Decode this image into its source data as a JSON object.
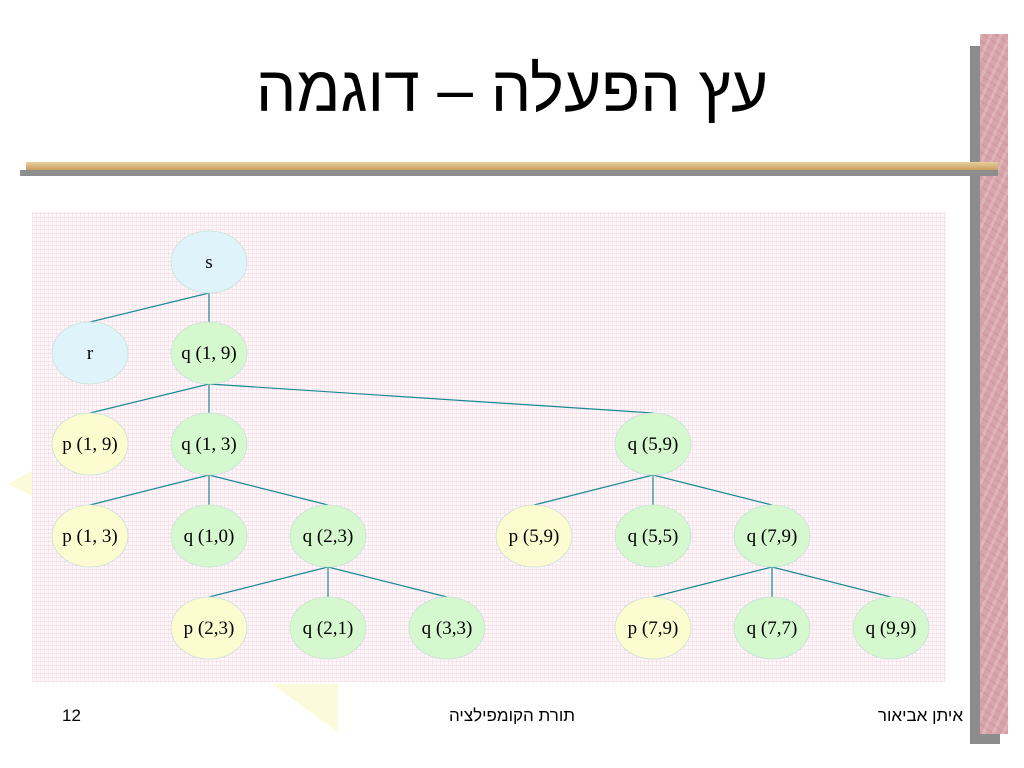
{
  "slide": {
    "title": "עץ הפעלה – דוגמה",
    "page_number": "12",
    "course": "תורת הקומפילציה",
    "author": "איתן אביאור"
  },
  "colors": {
    "node_blue": "#dff4fa",
    "node_green": "#d6f8cf",
    "node_yellow": "#fdfcd0",
    "edge": "#1a8a94"
  },
  "tree": {
    "nodes": [
      {
        "id": "s",
        "label": "s",
        "color": "blue"
      },
      {
        "id": "r",
        "label": "r",
        "color": "blue"
      },
      {
        "id": "q19",
        "label": "q (1, 9)",
        "color": "green"
      },
      {
        "id": "p19",
        "label": "p (1, 9)",
        "color": "yellow"
      },
      {
        "id": "q13",
        "label": "q (1, 3)",
        "color": "green"
      },
      {
        "id": "q59",
        "label": "q (5,9)",
        "color": "green"
      },
      {
        "id": "p13",
        "label": "p (1, 3)",
        "color": "yellow"
      },
      {
        "id": "q10",
        "label": "q (1,0)",
        "color": "green"
      },
      {
        "id": "q23",
        "label": "q (2,3)",
        "color": "green"
      },
      {
        "id": "p59",
        "label": "p (5,9)",
        "color": "yellow"
      },
      {
        "id": "q55",
        "label": "q (5,5)",
        "color": "green"
      },
      {
        "id": "q79",
        "label": "q (7,9)",
        "color": "green"
      },
      {
        "id": "p23",
        "label": "p (2,3)",
        "color": "yellow"
      },
      {
        "id": "q21",
        "label": "q (2,1)",
        "color": "green"
      },
      {
        "id": "q33",
        "label": "q (3,3)",
        "color": "green"
      },
      {
        "id": "p79",
        "label": "p (7,9)",
        "color": "yellow"
      },
      {
        "id": "q77",
        "label": "q (7,7)",
        "color": "green"
      },
      {
        "id": "q99",
        "label": "q (9,9)",
        "color": "green"
      }
    ],
    "edges": [
      [
        "s",
        "r"
      ],
      [
        "s",
        "q19"
      ],
      [
        "q19",
        "p19"
      ],
      [
        "q19",
        "q13"
      ],
      [
        "q19",
        "q59"
      ],
      [
        "q13",
        "p13"
      ],
      [
        "q13",
        "q10"
      ],
      [
        "q13",
        "q23"
      ],
      [
        "q59",
        "p59"
      ],
      [
        "q59",
        "q55"
      ],
      [
        "q59",
        "q79"
      ],
      [
        "q23",
        "p23"
      ],
      [
        "q23",
        "q21"
      ],
      [
        "q23",
        "q33"
      ],
      [
        "q79",
        "p79"
      ],
      [
        "q79",
        "q77"
      ],
      [
        "q79",
        "q99"
      ]
    ]
  }
}
